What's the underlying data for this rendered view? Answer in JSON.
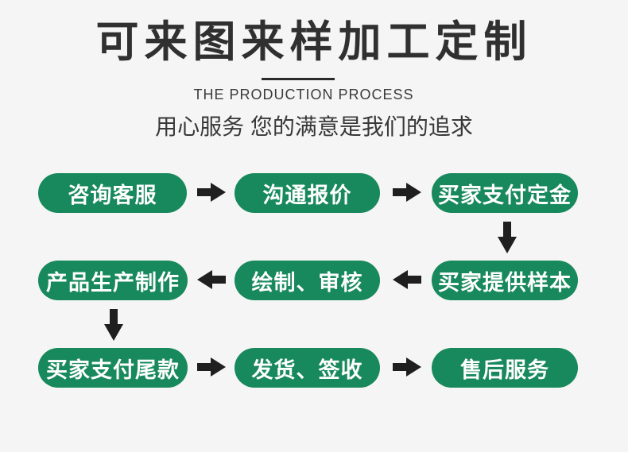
{
  "banner": {
    "title": "可来图来样加工定制",
    "subtitle_en": "THE PRODUCTION PROCESS",
    "tagline": "用心服务 您的满意是我们的追求"
  },
  "colors": {
    "background": "#f5f5f6",
    "pill_green": "#18895c",
    "pill_text": "#ffffff",
    "arrow_black": "#1f1f1f",
    "title_dark": "#303030",
    "divider_dark": "#2b2b2b",
    "subtitle_gray": "#3b3b3b",
    "tagline_gray": "#383838"
  },
  "flow": {
    "rows": [
      {
        "direction": "right",
        "steps": [
          {
            "label": "咨询客服"
          },
          {
            "label": "沟通报价"
          },
          {
            "label": "买家支付定金"
          }
        ]
      },
      {
        "direction": "left",
        "steps": [
          {
            "label": "产品生产制作"
          },
          {
            "label": "绘制、审核"
          },
          {
            "label": "买家提供样本"
          }
        ]
      },
      {
        "direction": "right",
        "steps": [
          {
            "label": "买家支付尾款"
          },
          {
            "label": "发货、签收"
          },
          {
            "label": "售后服务"
          }
        ]
      }
    ],
    "sequence": [
      "咨询客服",
      "沟通报价",
      "买家支付定金",
      "买家提供样本",
      "绘制、审核",
      "产品生产制作",
      "买家支付尾款",
      "发货、签收",
      "售后服务"
    ]
  }
}
